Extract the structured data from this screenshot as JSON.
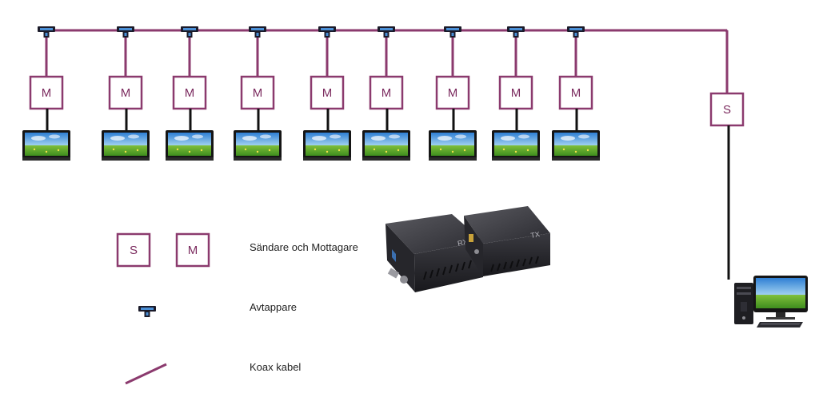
{
  "diagram": {
    "receiver_count": 9,
    "receiver_label": "M",
    "sender_label": "S",
    "colors": {
      "coax": "#8b3a6e",
      "box_border": "#8b3a6e",
      "box_text": "#7b2a5e",
      "video_wire": "#111111",
      "tap_body": "#1b1b2a",
      "tap_accent": "#4a8fd6"
    }
  },
  "legend": {
    "sm_s_label": "S",
    "sm_m_label": "M",
    "sender_receiver_text": "Sändare och Mottagare",
    "tap_text": "Avtappare",
    "coax_text": "Koax kabel"
  },
  "device_photo": {
    "rx_text": "RX",
    "tx_text": "TX"
  }
}
